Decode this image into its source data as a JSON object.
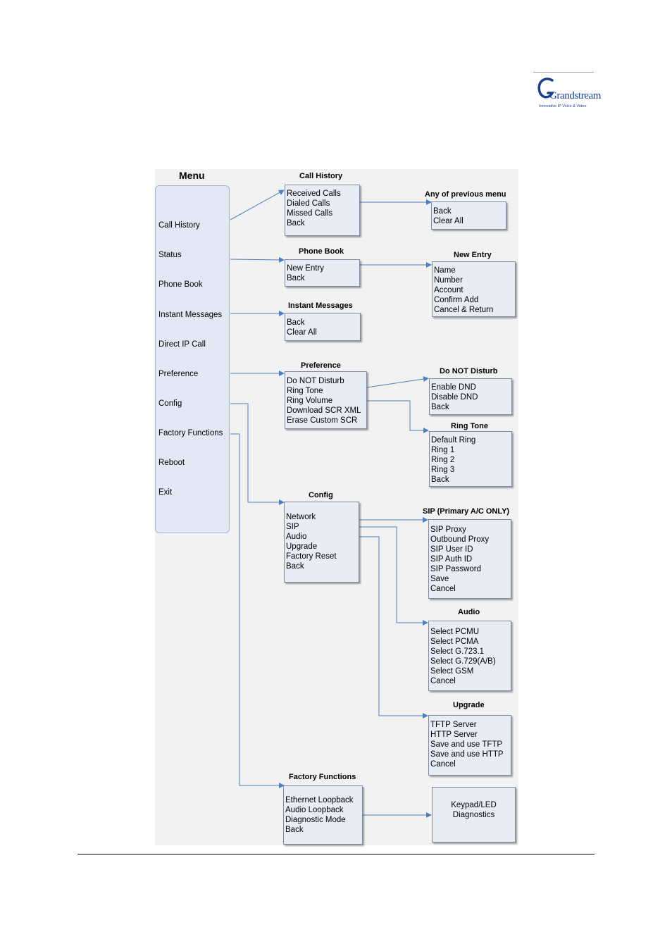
{
  "logo": {
    "text": "Grandstream",
    "tagline": "Innovative IP Voice & Video"
  },
  "menu": {
    "title": "Menu",
    "items": [
      "Call History",
      "Status",
      "Phone Book",
      "Instant Messages",
      "Direct IP Call",
      "Preference",
      "Config",
      "Factory Functions",
      "Reboot",
      "Exit"
    ]
  },
  "call_history": {
    "title": "Call History",
    "items": [
      "Received Calls",
      "Dialed Calls",
      "Missed Calls",
      "Back"
    ]
  },
  "previous_menu": {
    "title": "Any of previous menu",
    "items": [
      "Back",
      "Clear All"
    ]
  },
  "phone_book": {
    "title": "Phone Book",
    "items": [
      "New Entry",
      "Back"
    ]
  },
  "new_entry": {
    "title": "New Entry",
    "items": [
      "Name",
      "Number",
      "Account",
      "Confirm Add",
      "Cancel & Return"
    ]
  },
  "instant_messages": {
    "title": "Instant Messages",
    "items": [
      "Back",
      "Clear All"
    ]
  },
  "preference": {
    "title": "Preference",
    "items": [
      "Do NOT Disturb",
      "Ring Tone",
      "Ring Volume",
      "Download SCR XML",
      "Erase Custom SCR"
    ]
  },
  "dnd": {
    "title": "Do NOT Disturb",
    "items": [
      "Enable DND",
      "Disable DND",
      "Back"
    ]
  },
  "ring_tone": {
    "title": "Ring Tone",
    "items": [
      "Default Ring",
      "Ring 1",
      "Ring 2",
      "Ring 3",
      "Back"
    ]
  },
  "config": {
    "title": "Config",
    "items": [
      "Network",
      "SIP",
      "Audio",
      "Upgrade",
      "Factory Reset",
      "Back"
    ]
  },
  "sip": {
    "title": "SIP (Primary A/C ONLY)",
    "items": [
      "SIP Proxy",
      "Outbound Proxy",
      "SIP User ID",
      "SIP Auth ID",
      "SIP Password",
      "Save",
      "Cancel"
    ]
  },
  "audio": {
    "title": "Audio",
    "items": [
      "Select PCMU",
      "Select PCMA",
      "Select G.723.1",
      "Select G.729(A/B)",
      "Select GSM",
      "Cancel"
    ]
  },
  "upgrade": {
    "title": "Upgrade",
    "items": [
      "TFTP Server",
      "HTTP Server",
      "Save and use TFTP",
      "Save and use HTTP",
      "Cancel"
    ]
  },
  "factory_functions": {
    "title": "Factory Functions",
    "items": [
      "Ethernet Loopback",
      "Audio Loopback",
      "Diagnostic Mode",
      "Back"
    ]
  },
  "keypad": {
    "lines": [
      "Keypad/LED",
      "Diagnostics"
    ]
  },
  "colors": {
    "box_fill": "#e8ecf5",
    "box_border": "#7f8a9e",
    "arrow": "#4f7fc0",
    "menu_fill": "#e2e8f5",
    "logo": "#1c3f8a"
  }
}
